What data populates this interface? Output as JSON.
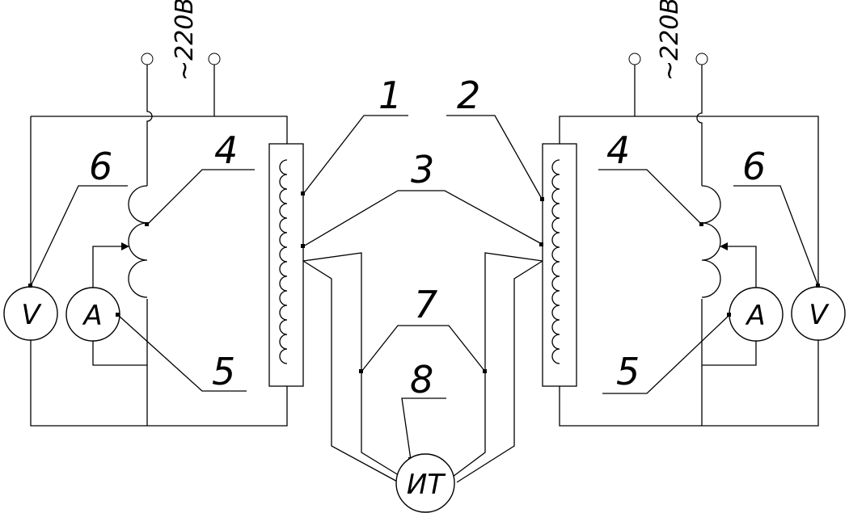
{
  "left_circuit": {
    "supply_label": "~220В",
    "voltmeter": "V",
    "ammeter": "A",
    "callouts": {
      "transformer": "1",
      "probe_point": "3",
      "autotransformer": "4",
      "ammeter": "5",
      "voltmeter": "6"
    }
  },
  "right_circuit": {
    "supply_label": "~220В",
    "voltmeter": "V",
    "ammeter": "A",
    "callouts": {
      "transformer": "2",
      "probe_point": "3",
      "autotransformer": "4",
      "ammeter": "5",
      "voltmeter": "6"
    }
  },
  "center": {
    "leads_label": "7",
    "instrument_callout": "8",
    "instrument_label": "ИТ"
  }
}
